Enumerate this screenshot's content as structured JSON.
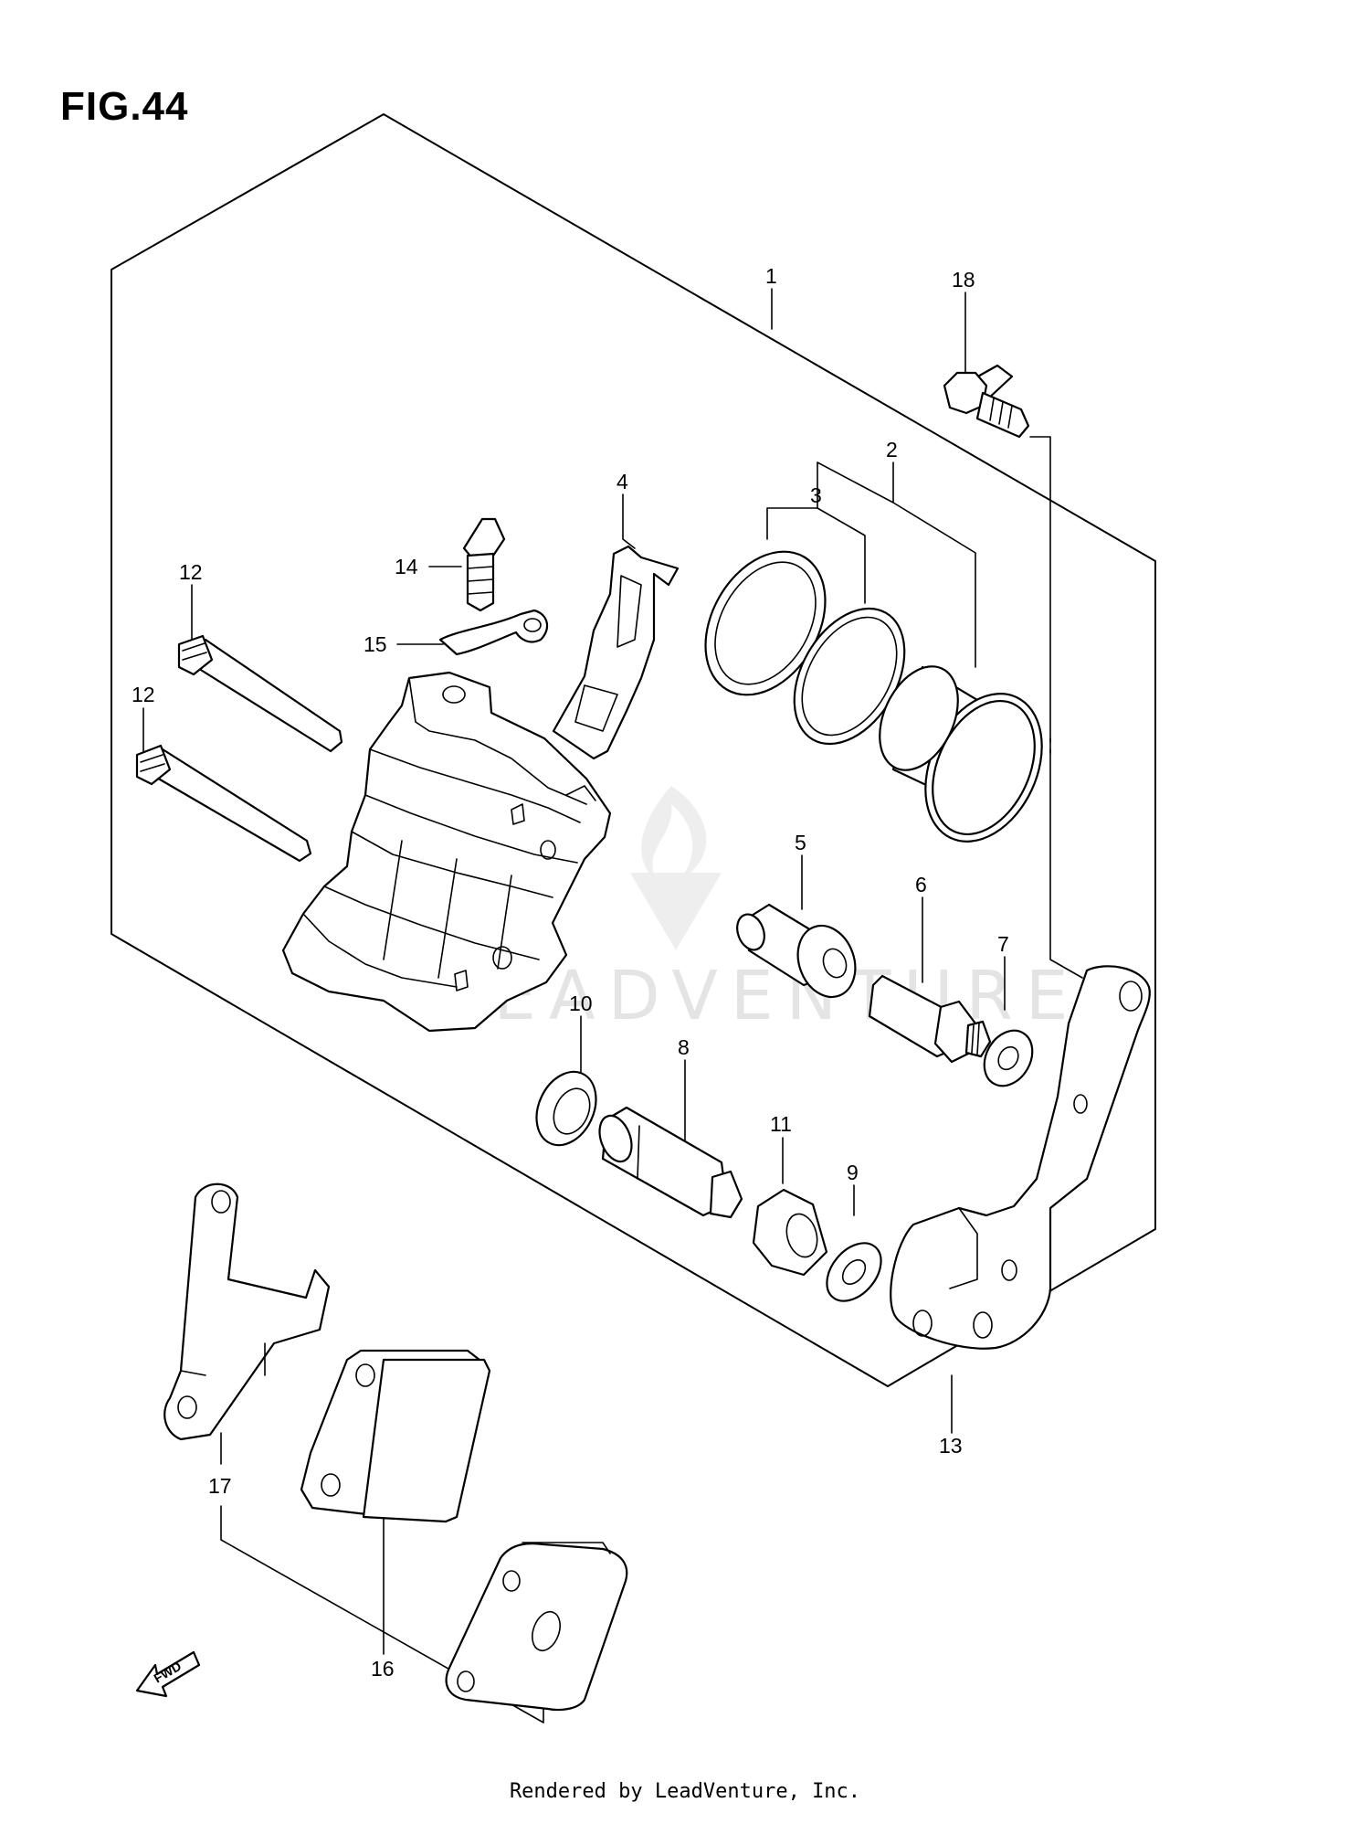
{
  "title": "FIG.44",
  "footer": "Rendered by LeadVenture, Inc.",
  "watermark": "LEADVENTURE",
  "fwd_label": "FWD",
  "callouts": {
    "c1": "1",
    "c2": "2",
    "c3": "3",
    "c4": "4",
    "c5": "5",
    "c6": "6",
    "c7": "7",
    "c8": "8",
    "c9": "9",
    "c10": "10",
    "c11": "11",
    "c12a": "12",
    "c12b": "12",
    "c13": "13",
    "c14": "14",
    "c15": "15",
    "c16": "16",
    "c17": "17",
    "c18": "18"
  }
}
